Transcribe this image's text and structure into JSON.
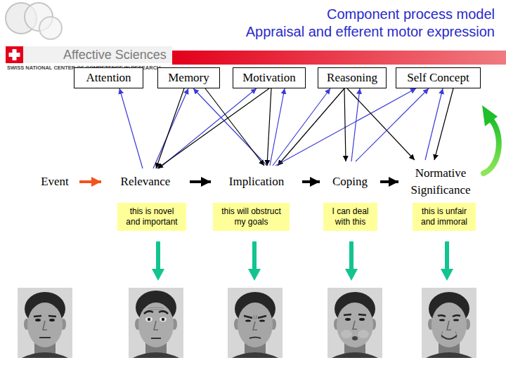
{
  "diagram": {
    "title": "Component process model Appraisal and efferent motor expression",
    "nodes": [
      {
        "text": [
          "Attention"
        ]
      },
      {
        "text": [
          "Memory"
        ]
      },
      {
        "text": [
          "Motivation"
        ]
      },
      {
        "text": [
          "Reasoning"
        ]
      },
      {
        "text": [
          "Self Concept"
        ]
      },
      {
        "text": [
          "Event"
        ]
      },
      {
        "text": [
          "Relevance"
        ]
      },
      {
        "text": [
          "Implication"
        ]
      },
      {
        "text": [
          "Coping"
        ]
      },
      {
        "text": [
          "Normative Significance"
        ]
      },
      {
        "text": [
          "this is novel and important"
        ]
      },
      {
        "text": [
          "this will obstruct my goals"
        ]
      },
      {
        "text": [
          "I can deal with this"
        ]
      },
      {
        "text": [
          "this is unfair and immoral"
        ]
      }
    ],
    "edges": [
      {
        "from": 5,
        "to": 6,
        "arrow": "to"
      },
      {
        "from": 6,
        "to": 7,
        "arrow": "to"
      },
      {
        "from": 7,
        "to": 8,
        "arrow": "to"
      },
      {
        "from": 8,
        "to": 9,
        "arrow": "to"
      },
      {
        "from": 6,
        "to": 0,
        "arrow": "to"
      },
      {
        "from": 6,
        "to": 1,
        "arrow": "to"
      },
      {
        "from": 1,
        "to": 6,
        "arrow": "to"
      },
      {
        "from": 6,
        "to": 2,
        "arrow": "to"
      },
      {
        "from": 2,
        "to": 6,
        "arrow": "to"
      },
      {
        "from": 7,
        "to": 1,
        "arrow": "to"
      },
      {
        "from": 1,
        "to": 7,
        "arrow": "to"
      },
      {
        "from": 7,
        "to": 2,
        "arrow": "to"
      },
      {
        "from": 2,
        "to": 7,
        "arrow": "to"
      },
      {
        "from": 7,
        "to": 3,
        "arrow": "to"
      },
      {
        "from": 3,
        "to": 7,
        "arrow": "to"
      },
      {
        "from": 7,
        "to": 4,
        "arrow": "to"
      },
      {
        "from": 8,
        "to": 3,
        "arrow": "to"
      },
      {
        "from": 3,
        "to": 8,
        "arrow": "to"
      },
      {
        "from": 3,
        "to": 9,
        "arrow": "to"
      },
      {
        "from": 8,
        "to": 4,
        "arrow": "to"
      },
      {
        "from": 9,
        "to": 4,
        "arrow": "to"
      },
      {
        "from": 4,
        "to": 9,
        "arrow": "to"
      }
    ],
    "labels": [
      "Affective Sciences",
      "SWISS NATIONAL CENTER OF COMPETENCE IN RESEARCH"
    ]
  }
}
